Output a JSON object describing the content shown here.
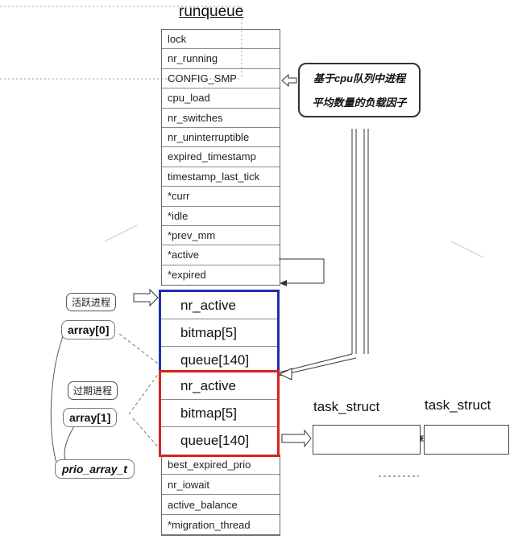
{
  "title": "runqueue",
  "runqueue_top_fields": [
    "lock",
    "nr_running",
    "CONFIG_SMP",
    "cpu_load",
    "nr_switches",
    "nr_uninterruptible",
    "expired_timestamp",
    "timestamp_last_tick",
    "*curr",
    "*idle",
    "*prev_mm",
    "*active",
    "*expired"
  ],
  "array0_fields": [
    "nr_active",
    "bitmap[5]",
    "queue[140]"
  ],
  "array1_fields": [
    "nr_active",
    "bitmap[5]",
    "queue[140]"
  ],
  "runqueue_bottom_fields": [
    "best_expired_prio",
    "nr_iowait",
    "active_balance",
    "*migration_thread"
  ],
  "annotation": {
    "line1": "基于cpu队列中进程",
    "line2": "平均数量的负载因子"
  },
  "labels": {
    "active_cn": "活跃进程",
    "array0": "array[0]",
    "expired_cn": "过期进程",
    "array1": "array[1]",
    "prio_array": "prio_array_t"
  },
  "task_struct_1": "task_struct",
  "task_struct_2": "task_struct",
  "colors": {
    "active_border": "#1f2fae",
    "expired_border": "#d8231b"
  }
}
